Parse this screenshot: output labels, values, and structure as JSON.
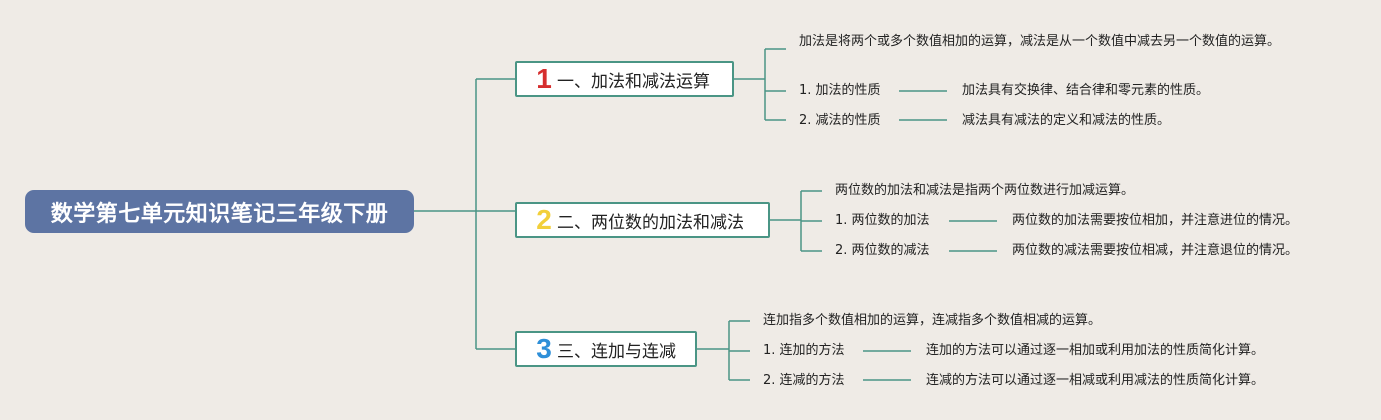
{
  "root": {
    "title": "数学第七单元知识笔记三年级下册"
  },
  "colors": {
    "root_bg": "#5d74a3",
    "line": "#4a9585",
    "num1": "#d62e2e",
    "num2": "#f2cf3a",
    "num3": "#2e8fd8"
  },
  "branches": [
    {
      "number": "1",
      "title": "一、加法和减法运算",
      "desc": "加法是将两个或多个数值相加的运算，减法是从一个数值中减去另一个数值的运算。",
      "items": [
        {
          "label": "1. 加法的性质",
          "detail": "加法具有交换律、结合律和零元素的性质。"
        },
        {
          "label": "2. 减法的性质",
          "detail": "减法具有减法的定义和减法的性质。"
        }
      ]
    },
    {
      "number": "2",
      "title": "二、两位数的加法和减法",
      "desc": "两位数的加法和减法是指两个两位数进行加减运算。",
      "items": [
        {
          "label": "1. 两位数的加法",
          "detail": "两位数的加法需要按位相加，并注意进位的情况。"
        },
        {
          "label": "2. 两位数的减法",
          "detail": "两位数的减法需要按位相减，并注意退位的情况。"
        }
      ]
    },
    {
      "number": "3",
      "title": "三、连加与连减",
      "desc": "连加指多个数值相加的运算，连减指多个数值相减的运算。",
      "items": [
        {
          "label": "1. 连加的方法",
          "detail": "连加的方法可以通过逐一相加或利用加法的性质简化计算。"
        },
        {
          "label": "2. 连减的方法",
          "detail": "连减的方法可以通过逐一相减或利用减法的性质简化计算。"
        }
      ]
    }
  ]
}
